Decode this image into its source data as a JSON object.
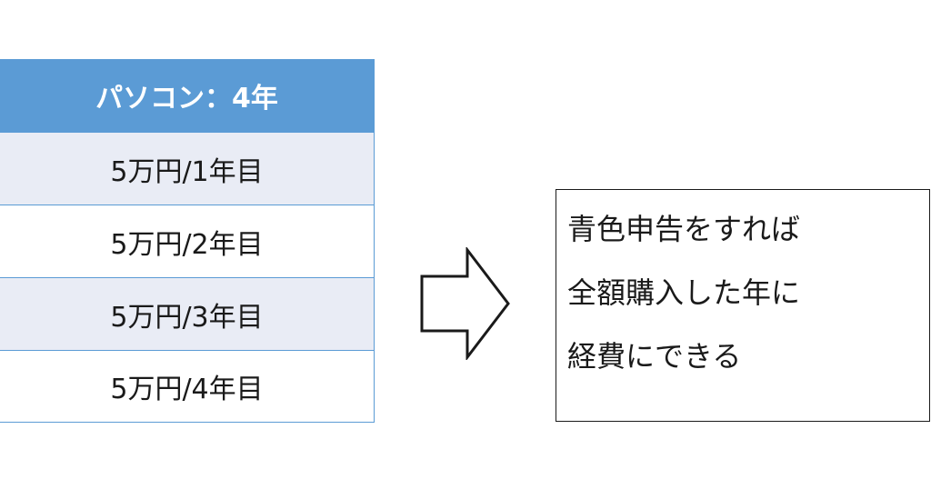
{
  "table": {
    "header": "パソコン：4年",
    "rows": [
      "5万円/1年目",
      "5万円/2年目",
      "5万円/3年目",
      "5万円/4年目"
    ]
  },
  "arrow": {
    "icon": "right-arrow-icon",
    "direction": "right"
  },
  "note": {
    "lines": [
      "青色申告をすれば",
      "全額購入した年に",
      "経費にできる"
    ]
  },
  "colors": {
    "header_bg": "#5b9bd5",
    "row_shaded": "#e9ecf5",
    "row_plain": "#ffffff",
    "border": "#5b9bd5"
  }
}
